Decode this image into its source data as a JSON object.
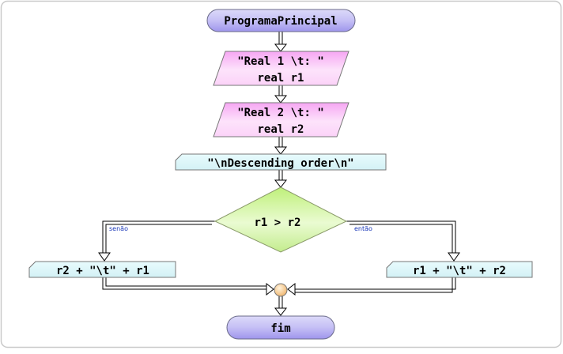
{
  "flowchart": {
    "start": "ProgramaPrincipal",
    "read1": {
      "prompt": "\"Real 1 \\t: \"",
      "var": "real r1"
    },
    "read2": {
      "prompt": "\"Real 2 \\t: \"",
      "var": "real r2"
    },
    "write_header": "\"\\nDescending order\\n\"",
    "decision": "r1 > r2",
    "label_false": "senão",
    "label_true": "então",
    "write_false": "r2 + \"\\t\" + r1",
    "write_true": "r1 + \"\\t\" + r2",
    "end": "fim"
  },
  "colors": {
    "terminal": "#b9b3f2",
    "io_read": "#f29ff0",
    "io_write": "#e2f8fb",
    "decision": "#c8f08a",
    "connector": "#f5c98f",
    "labels": "#1a37b8"
  }
}
